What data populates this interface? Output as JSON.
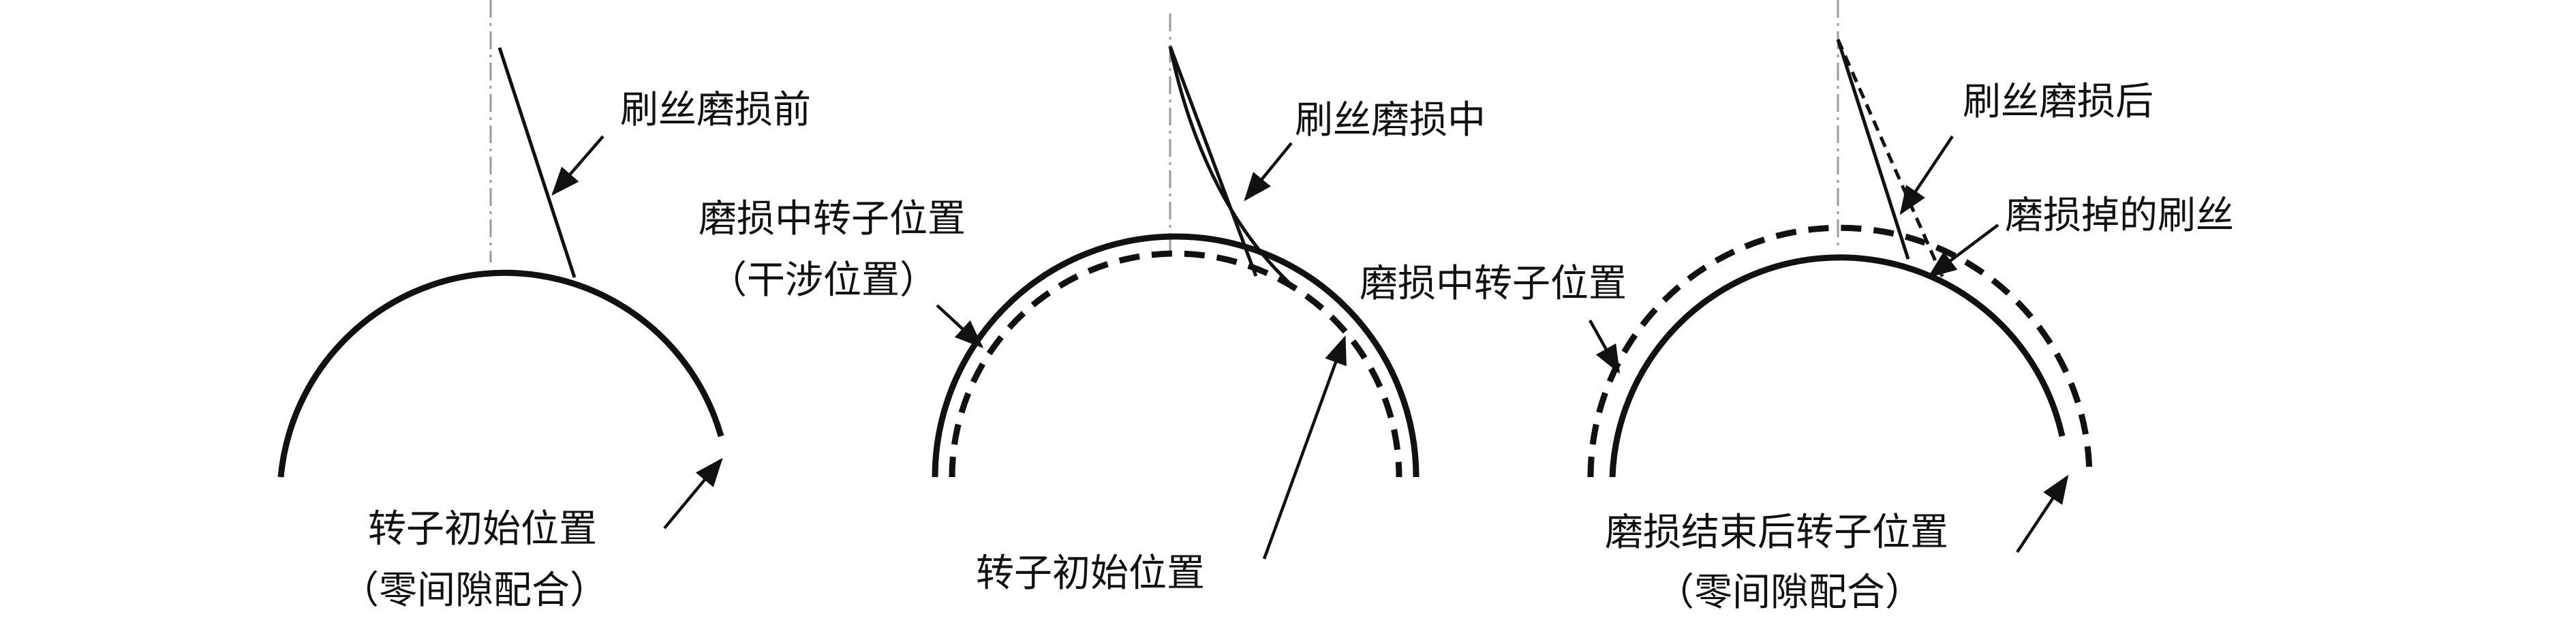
{
  "panels": [
    {
      "id": "before",
      "bristle_label": "刷丝磨损前",
      "rotor_label_line1": "转子初始位置",
      "rotor_label_line2": "（零间隙配合）"
    },
    {
      "id": "during",
      "bristle_label": "刷丝磨损中",
      "interference_label_line1": "磨损中转子位置",
      "interference_label_line2": "（干涉位置）",
      "rotor_label": "转子初始位置"
    },
    {
      "id": "after",
      "bristle_label": "刷丝磨损后",
      "worn_label": "磨损掉的刷丝",
      "during_label": "磨损中转子位置",
      "rotor_label_line1": "磨损结束后转子位置",
      "rotor_label_line2": "（零间隙配合）"
    }
  ],
  "colors": {
    "line": "#111111",
    "centerline": "#9a9a9a",
    "background": "#ffffff"
  }
}
